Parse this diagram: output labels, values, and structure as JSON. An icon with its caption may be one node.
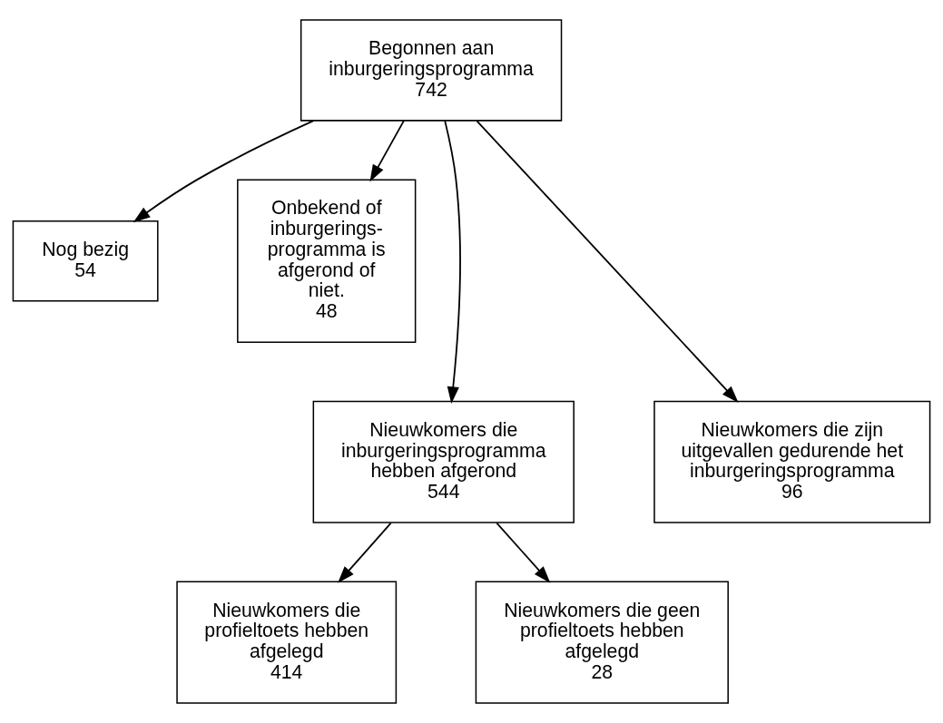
{
  "diagram": {
    "nodes": [
      {
        "text": [
          "Begonnen aan inburgeringsprogramma",
          "742"
        ]
      },
      {
        "text": [
          "Nog bezig",
          "54"
        ]
      },
      {
        "text": [
          "Onbekend of inburgerings-programma is afgerond of niet.",
          "48"
        ]
      },
      {
        "text": [
          "Nieuwkomers die inburgeringsprogramma hebben afgerond",
          "544"
        ]
      },
      {
        "text": [
          "Nieuwkomers die zijn uitgevallen gedurende het inburgeringsprogramma",
          "96"
        ]
      },
      {
        "text": [
          "Nieuwkomers die profieltoets hebben afgelegd",
          "414"
        ]
      },
      {
        "text": [
          "Nieuwkomers die geen profieltoets hebben afgelegd",
          "28"
        ]
      }
    ],
    "edges": [
      {
        "from": 0,
        "to": 1,
        "arrow": "to"
      },
      {
        "from": 0,
        "to": 2,
        "arrow": "to"
      },
      {
        "from": 0,
        "to": 3,
        "arrow": "to"
      },
      {
        "from": 0,
        "to": 4,
        "arrow": "to"
      },
      {
        "from": 3,
        "to": 5,
        "arrow": "to"
      },
      {
        "from": 3,
        "to": 6,
        "arrow": "to"
      }
    ]
  }
}
